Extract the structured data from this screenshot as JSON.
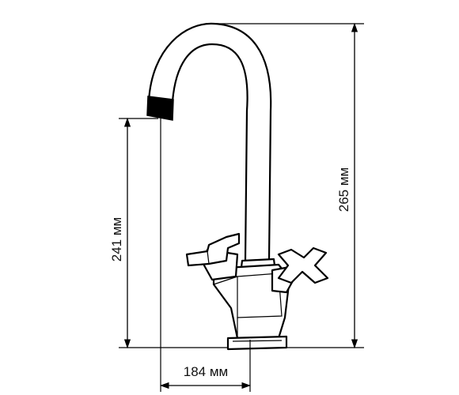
{
  "diagram": {
    "subject": "faucet-with-two-cross-handles",
    "dimensions": {
      "total_height": {
        "value": 265,
        "unit": "мм",
        "label": "265 мм"
      },
      "spout_height": {
        "value": 241,
        "unit": "мм",
        "label": "241 мм"
      },
      "spout_reach": {
        "value": 184,
        "unit": "мм",
        "label": "184 мм"
      }
    },
    "colors": {
      "line": "#000000",
      "background": "#ffffff",
      "spout_tip": "#000000"
    }
  }
}
